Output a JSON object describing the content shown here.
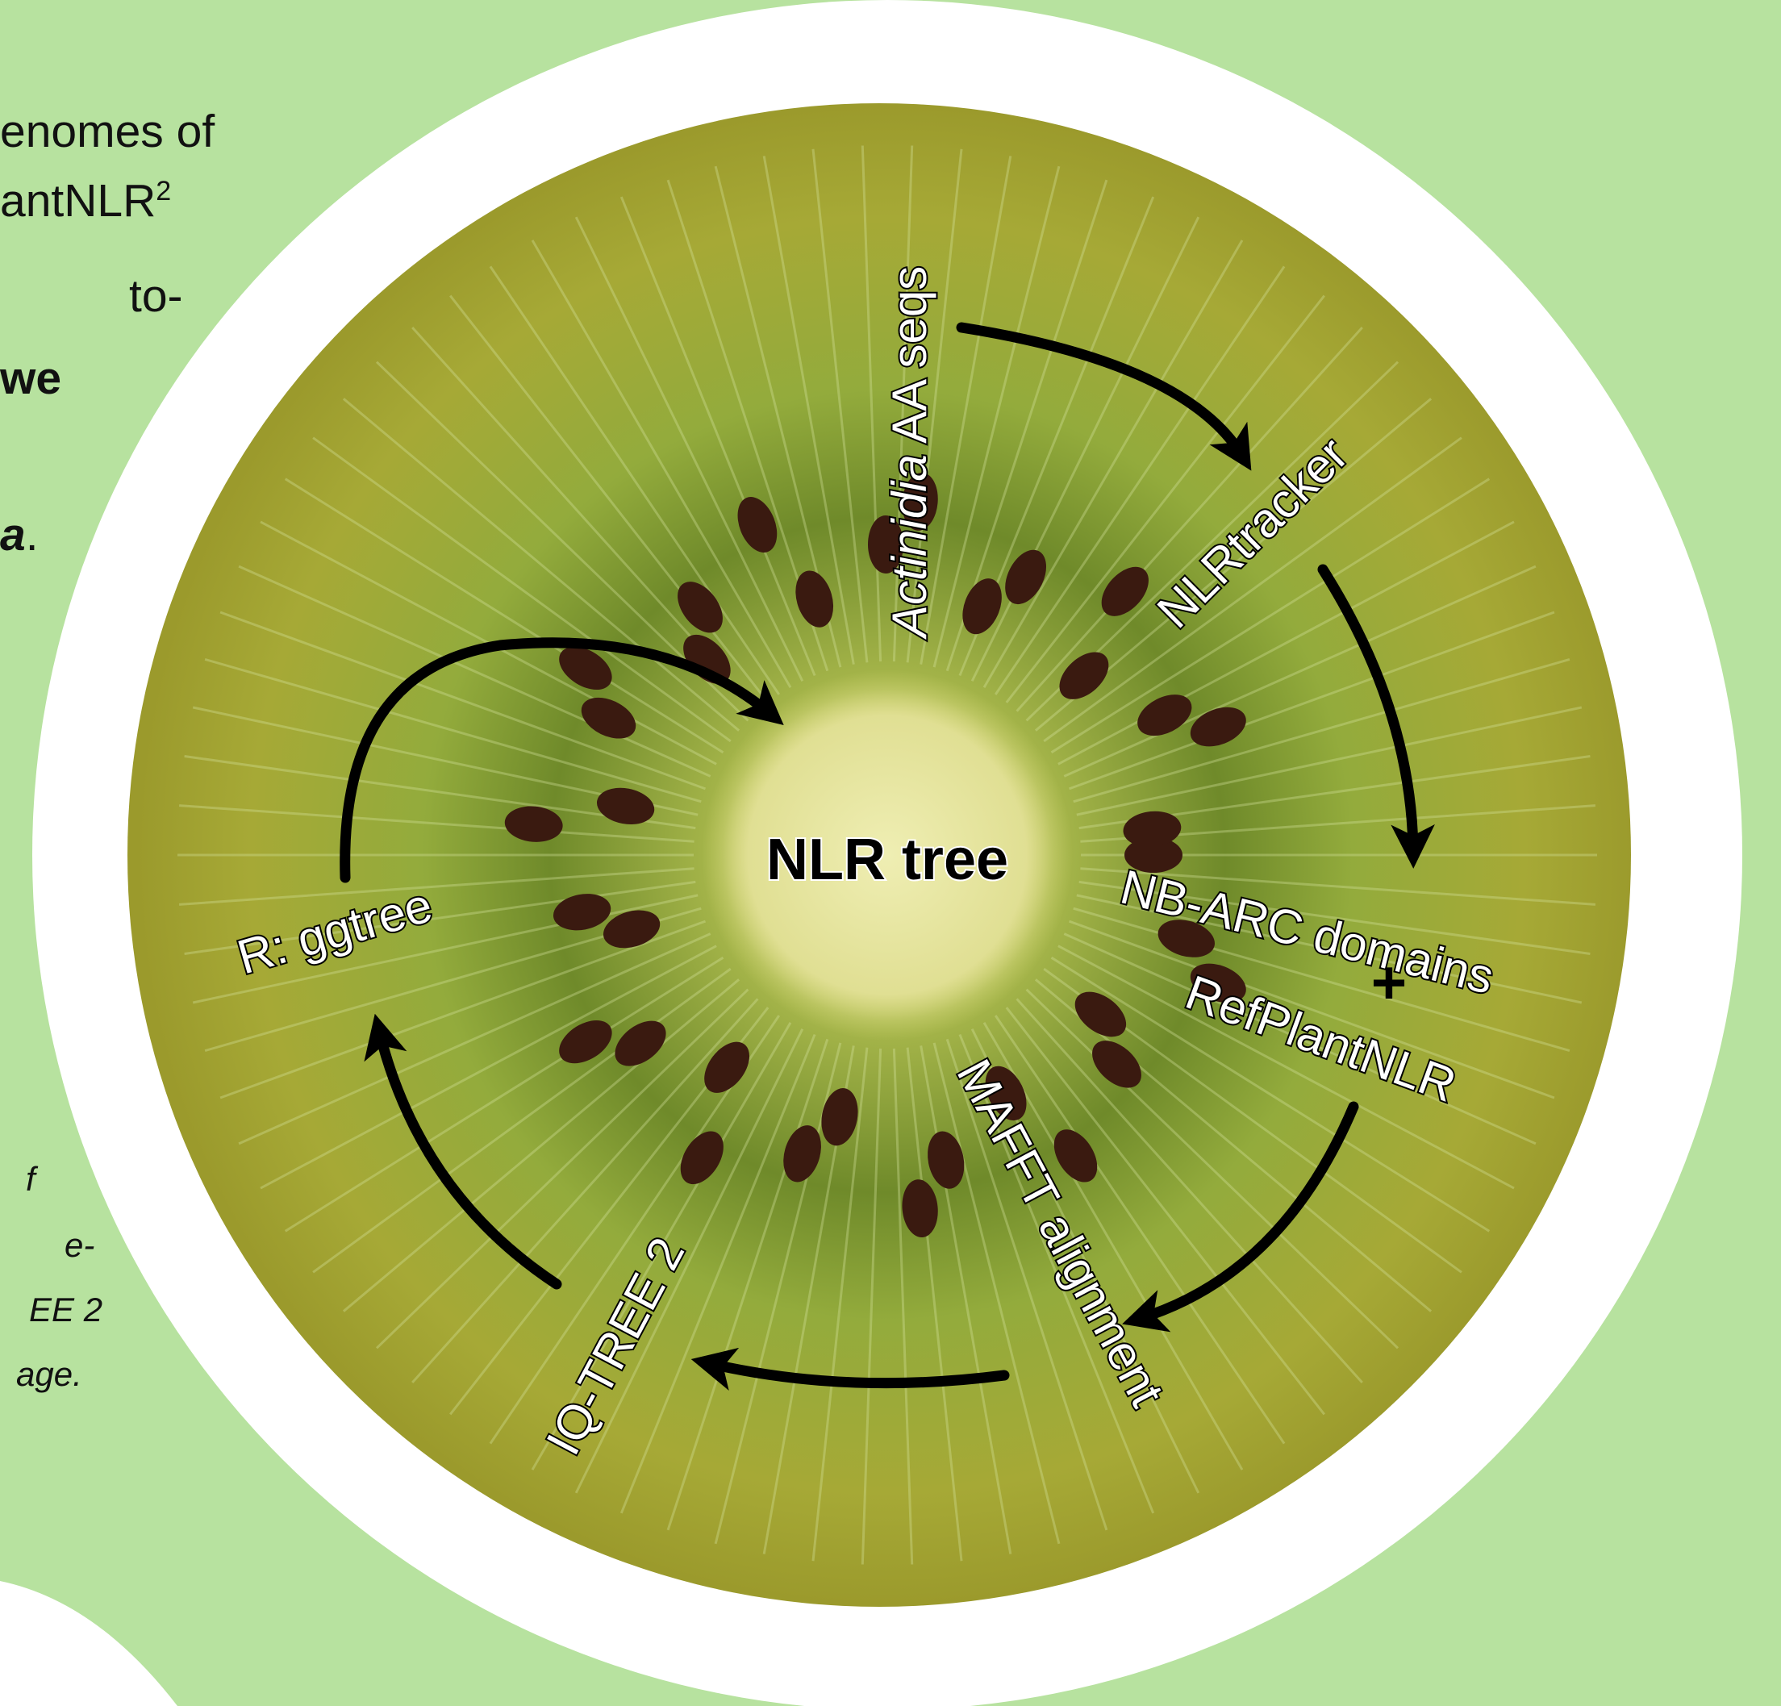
{
  "colors": {
    "background": "#b7e29f",
    "ring": "#ffffff",
    "kiwi_flesh": "#9aa93a",
    "kiwi_core": "#e6e49a",
    "seed": "#3a1a10",
    "arrow": "#000000"
  },
  "left_text": {
    "line1": "enomes of",
    "line2": "antNLR",
    "line2_sup": "2",
    "line3": "to-",
    "line4": "we",
    "line5": "a",
    "line5_suffix": "."
  },
  "caption": {
    "line1": "f",
    "line2": "e-",
    "line3": "EE 2",
    "line4": "age."
  },
  "diagram": {
    "center_label": "NLR tree",
    "steps": {
      "input": {
        "italic": "Actinidia",
        "rest": " AA seqs"
      },
      "nlrtracker": "NLRtracker",
      "nbarc": "NB-ARC domains",
      "plus": "+",
      "refplant": "RefPlantNLR",
      "mafft": "MAFFT alignment",
      "iqtree": "IQ-TREE 2",
      "ggtree": "R: ggtree"
    }
  }
}
